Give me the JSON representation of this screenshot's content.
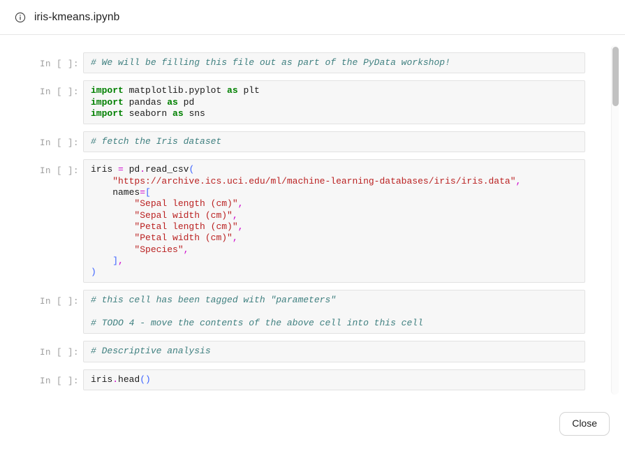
{
  "header": {
    "icon": "info-circle-icon",
    "filename": "iris-kmeans.ipynb"
  },
  "notebook": {
    "prompt_label": "In [ ]:",
    "cells": [
      {
        "id": "cell-comment-intro",
        "lines": [
          [
            {
              "t": "# We will be filling this file out as part of the PyData workshop!",
              "c": "cmt"
            }
          ]
        ]
      },
      {
        "id": "cell-imports",
        "lines": [
          [
            {
              "t": "import",
              "c": "kw"
            },
            {
              "t": " matplotlib.pyplot ",
              "c": ""
            },
            {
              "t": "as",
              "c": "kw"
            },
            {
              "t": " plt",
              "c": ""
            }
          ],
          [
            {
              "t": "import",
              "c": "kw"
            },
            {
              "t": " pandas ",
              "c": ""
            },
            {
              "t": "as",
              "c": "kw"
            },
            {
              "t": " pd",
              "c": ""
            }
          ],
          [
            {
              "t": "import",
              "c": "kw"
            },
            {
              "t": " seaborn ",
              "c": ""
            },
            {
              "t": "as",
              "c": "kw"
            },
            {
              "t": " sns",
              "c": ""
            }
          ]
        ]
      },
      {
        "id": "cell-comment-fetch",
        "lines": [
          [
            {
              "t": "# fetch the Iris dataset",
              "c": "cmt"
            }
          ]
        ]
      },
      {
        "id": "cell-read-csv",
        "lines": [
          [
            {
              "t": "iris ",
              "c": ""
            },
            {
              "t": "=",
              "c": "op"
            },
            {
              "t": " pd",
              "c": ""
            },
            {
              "t": ".",
              "c": "op"
            },
            {
              "t": "read_csv",
              "c": ""
            },
            {
              "t": "(",
              "c": "punc"
            }
          ],
          [
            {
              "t": "    ",
              "c": ""
            },
            {
              "t": "\"https://archive.ics.uci.edu/ml/machine-learning-databases/iris/iris.data\"",
              "c": "str"
            },
            {
              "t": ",",
              "c": "op"
            }
          ],
          [
            {
              "t": "    names",
              "c": ""
            },
            {
              "t": "=",
              "c": "op"
            },
            {
              "t": "[",
              "c": "punc"
            }
          ],
          [
            {
              "t": "        ",
              "c": ""
            },
            {
              "t": "\"Sepal length (cm)\"",
              "c": "str"
            },
            {
              "t": ",",
              "c": "op"
            }
          ],
          [
            {
              "t": "        ",
              "c": ""
            },
            {
              "t": "\"Sepal width (cm)\"",
              "c": "str"
            },
            {
              "t": ",",
              "c": "op"
            }
          ],
          [
            {
              "t": "        ",
              "c": ""
            },
            {
              "t": "\"Petal length (cm)\"",
              "c": "str"
            },
            {
              "t": ",",
              "c": "op"
            }
          ],
          [
            {
              "t": "        ",
              "c": ""
            },
            {
              "t": "\"Petal width (cm)\"",
              "c": "str"
            },
            {
              "t": ",",
              "c": "op"
            }
          ],
          [
            {
              "t": "        ",
              "c": ""
            },
            {
              "t": "\"Species\"",
              "c": "str"
            },
            {
              "t": ",",
              "c": "op"
            }
          ],
          [
            {
              "t": "    ",
              "c": ""
            },
            {
              "t": "]",
              "c": "punc"
            },
            {
              "t": ",",
              "c": "op"
            }
          ],
          [
            {
              "t": ")",
              "c": "punc"
            }
          ]
        ]
      },
      {
        "id": "cell-parameters",
        "lines": [
          [
            {
              "t": "# this cell has been tagged with \"parameters\"",
              "c": "cmt"
            }
          ],
          [],
          [
            {
              "t": "# TODO 4 - move the contents of the above cell into this cell",
              "c": "cmt"
            }
          ]
        ]
      },
      {
        "id": "cell-comment-descriptive",
        "lines": [
          [
            {
              "t": "# Descriptive analysis",
              "c": "cmt"
            }
          ]
        ]
      },
      {
        "id": "cell-head",
        "lines": [
          [
            {
              "t": "iris",
              "c": ""
            },
            {
              "t": ".",
              "c": "op"
            },
            {
              "t": "head",
              "c": ""
            },
            {
              "t": "()",
              "c": "punc"
            }
          ]
        ]
      }
    ]
  },
  "footer": {
    "close_label": "Close"
  },
  "colors": {
    "comment": "#408080",
    "keyword": "#008000",
    "string": "#ba2121",
    "operator": "#cc00cc",
    "punctuation": "#3c63ff",
    "cell_background": "#f7f7f7",
    "cell_border": "#e2e2e2",
    "prompt": "#9e9e9e",
    "scrollbar_thumb": "#c1c1c1"
  }
}
